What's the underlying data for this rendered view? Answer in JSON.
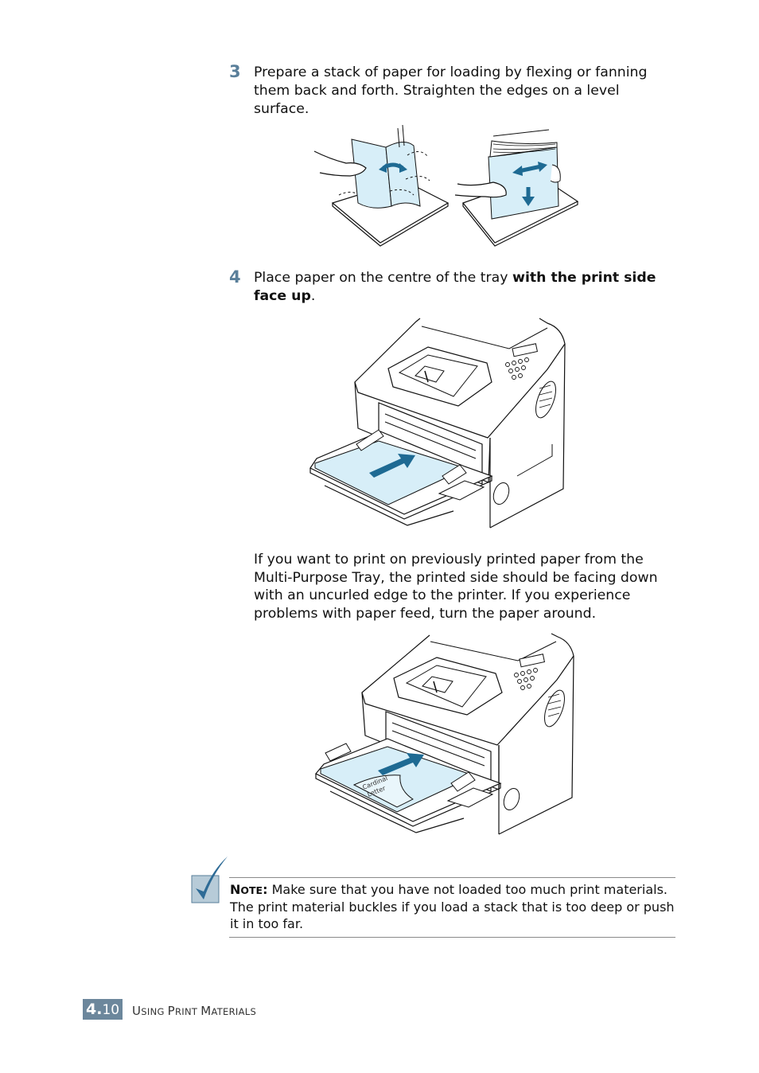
{
  "step3": {
    "number": "3",
    "text": "Prepare a stack of paper for loading by flexing or fanning them back and forth. Straighten the edges on a level surface."
  },
  "step4": {
    "number": "4",
    "text_before": "Place paper on the centre of the tray ",
    "text_bold": "with the print side face up",
    "text_after": "."
  },
  "paragraph": "If you want to print on previously printed paper from the Multi-Purpose Tray, the printed side should be facing down with an uncurled edge to the printer. If you experience problems with paper feed, turn the paper around.",
  "figure3_paper_text": [
    "Cardinal",
    "Letter"
  ],
  "note": {
    "label_first": "N",
    "label_rest": "OTE",
    "label_colon": ":",
    "text": " Make sure that you have not loaded too much print materials. The print material buckles if you load a stack that is too deep or push it in too far."
  },
  "footer": {
    "chapter": "4.",
    "page": "10",
    "title_parts": [
      {
        "cap": "U",
        "rest": "SING "
      },
      {
        "cap": "P",
        "rest": "RINT "
      },
      {
        "cap": "M",
        "rest": "ATERIALS"
      }
    ]
  },
  "colors": {
    "accent": "#5a7f9a",
    "paper": "#d7eef8",
    "arrow": "#1e6a93",
    "footer_tab": "#6c879c"
  }
}
